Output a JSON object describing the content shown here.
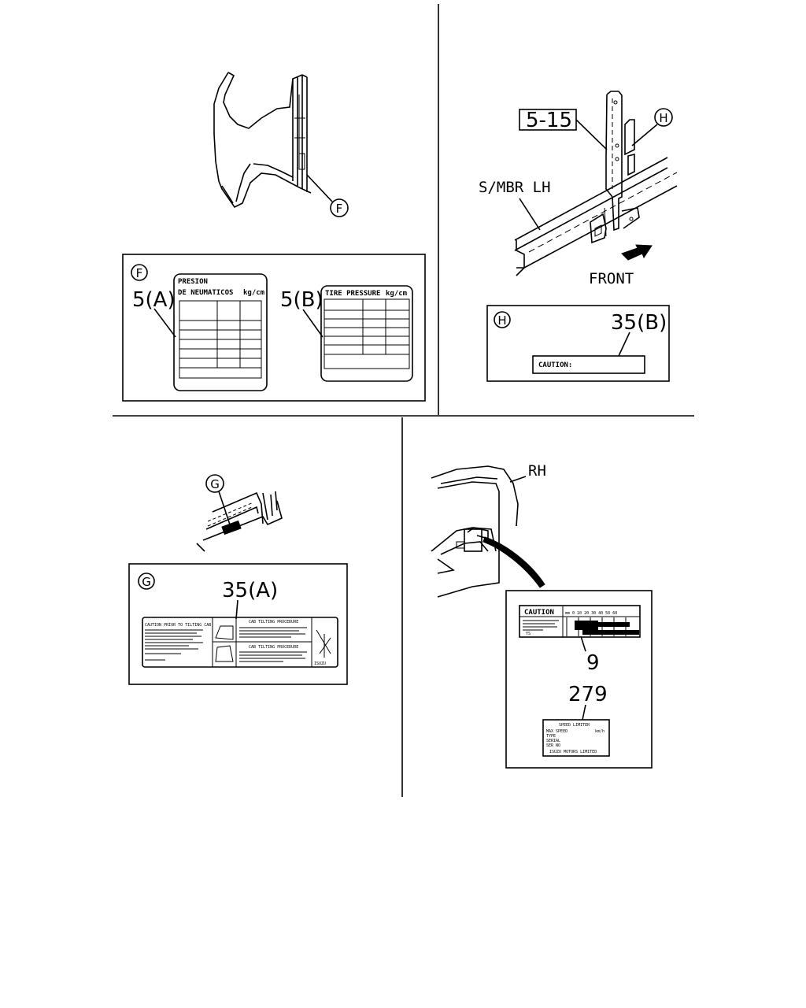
{
  "callouts": {
    "F": "F",
    "H": "H",
    "G": "G"
  },
  "parts": {
    "p5_15": "5-15",
    "p5A": "5(A)",
    "p5B": "5(B)",
    "p35B": "35(B)",
    "p35A": "35(A)",
    "p9": "9",
    "p279": "279"
  },
  "labels": {
    "smbr": "S/MBR LH",
    "front": "FRONT",
    "rh": "RH"
  },
  "decals": {
    "presion_line1": "PRESION",
    "presion_line2": "DE NEUMATICOS",
    "presion_unit": "kg/cm",
    "tire_title": "TIRE PRESSURE",
    "tire_unit": "kg/cm",
    "caution_h": "CAUTION:",
    "g_title": "CAUTION PRIOR TO TILTING CAB",
    "g_tilt1": "CAB TILTING PROCEDURE",
    "g_tilt2": "CAB TILTING PROCEDURE",
    "caution9": "CAUTION",
    "caution9_scale": "mm 0  10  20  30  40  50  60",
    "label279_title": "SPEED LIMITER",
    "label279_line1": "MAX SPEED",
    "label279_line2": "TYPE",
    "label279_line3": "SERIAL",
    "label279_line4": "SER NO",
    "label279_unit": "km/h",
    "label279_footer": "ISUZU MOTORS LIMITED"
  }
}
